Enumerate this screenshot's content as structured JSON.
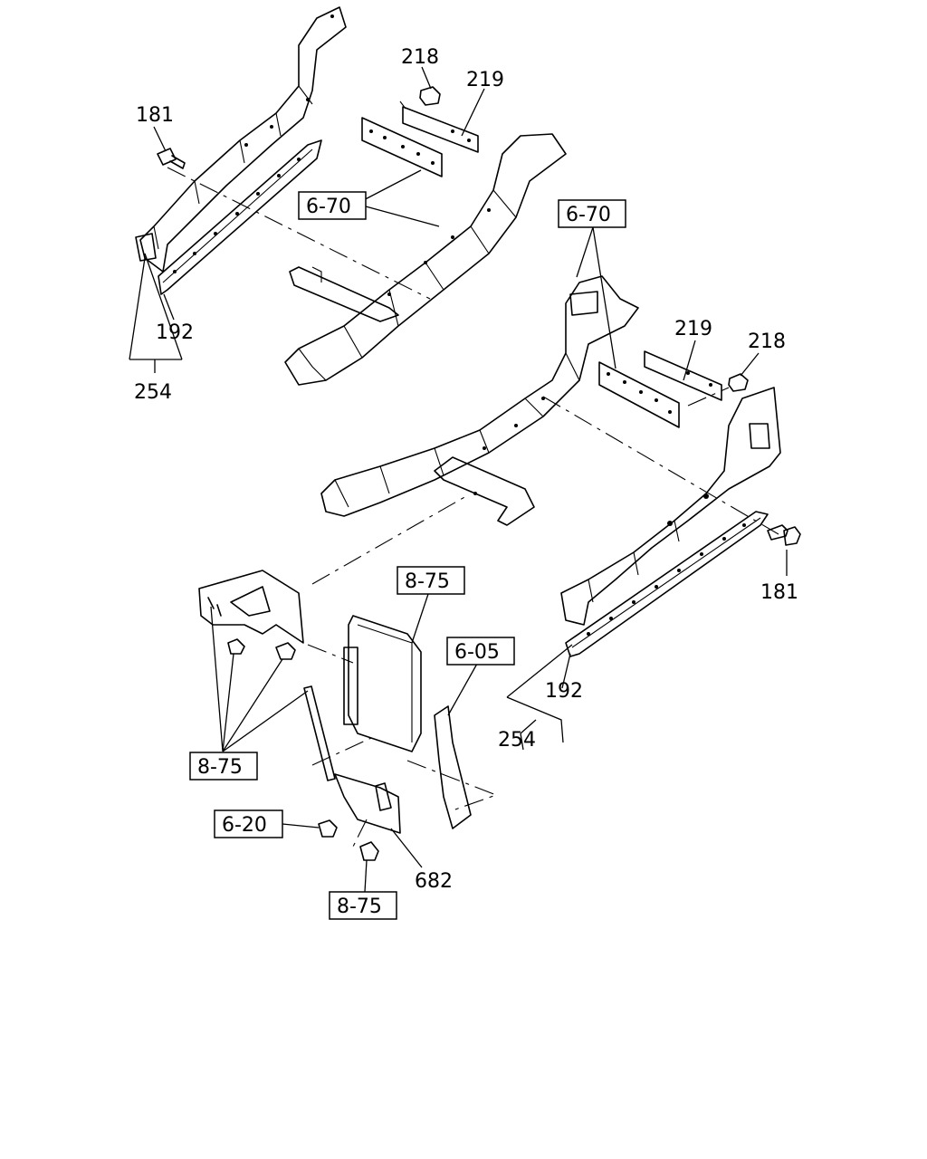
{
  "callouts": {
    "c218_top": "218",
    "c219_top": "219",
    "c181_left": "181",
    "c192_left": "192",
    "c254_left": "254",
    "c219_right": "219",
    "c218_right": "218",
    "c181_right": "181",
    "c192_right": "192",
    "c254_right": "254",
    "c682": "682"
  },
  "references": {
    "r670_a": "6-70",
    "r670_b": "6-70",
    "r875_top": "8-75",
    "r605": "6-05",
    "r875_left": "8-75",
    "r620": "6-20",
    "r875_bottom": "8-75"
  }
}
